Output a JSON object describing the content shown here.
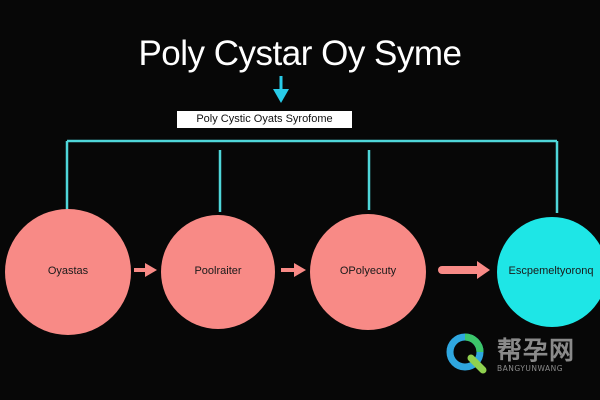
{
  "title": "Poly Cystar Oy Syme",
  "subtitle": "Poly Cystic Oyats Syrofome",
  "nodes": [
    {
      "label": "Oyastas",
      "color": "#f88a86"
    },
    {
      "label": "Poolraiter",
      "color": "#f88a86"
    },
    {
      "label": "OPolyecuty",
      "color": "#f88a86"
    },
    {
      "label": "Escpemeltyoronq",
      "color": "#1ee6e6"
    }
  ],
  "colors": {
    "background": "#070707",
    "connector": "#4fd6d9",
    "arrow": "#f88a86",
    "title_arrow": "#28cbe8"
  },
  "watermark": {
    "name_cn": "帮孕网",
    "name_en": "BANGYUNWANG"
  }
}
